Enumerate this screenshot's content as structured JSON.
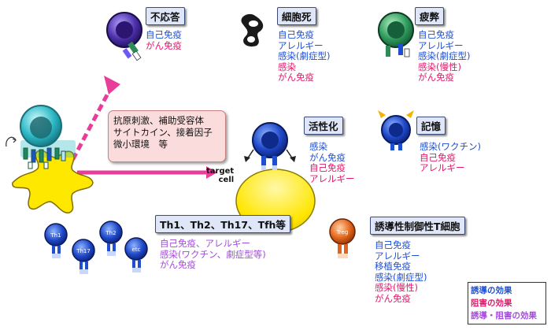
{
  "stimulus_box": [
    "抗原刺激、補助受容体",
    "サイトカイン、接着因子",
    "微小環境　等"
  ],
  "target_cell": [
    "target",
    "cell"
  ],
  "panels": {
    "anergy": {
      "title": "不応答",
      "lines": [
        "自己免疫",
        "がん免疫"
      ]
    },
    "apoptosis": {
      "title": "細胞死",
      "lines": [
        "自己免疫",
        "アレルギー",
        "感染(劇症型)",
        "感染",
        "がん免疫"
      ]
    },
    "exhaustion": {
      "title": "疲弊",
      "lines": [
        "自己免疫",
        "アレルギー",
        "感染(劇症型)",
        "感染(慢性)",
        "がん免疫"
      ]
    },
    "activation": {
      "title": "活性化",
      "lines": [
        "感染",
        "がん免疫",
        "自己免疫",
        "アレルギー"
      ]
    },
    "memory": {
      "title": "記憶",
      "lines": [
        "感染(ワクチン)",
        "自己免疫",
        "アレルギー"
      ]
    },
    "th": {
      "title": "Th1、Th2、Th17、Tfh等",
      "lines": [
        "自己免疫、アレルギー",
        "感染(ワクチン、劇症型等)",
        "がん免疫"
      ]
    },
    "treg": {
      "title": "誘導性制御性T細胞",
      "lines": [
        "自己免疫",
        "アレルギー",
        "移植免疫",
        "感染(劇症型)",
        "感染(慢性)",
        "がん免疫"
      ]
    }
  },
  "cell_labels": {
    "th1": "Th1",
    "th2": "Th2",
    "th17": "Th17",
    "etc": "etc",
    "treg": "Treg"
  },
  "legend": [
    "誘導の効果",
    "阻害の効果",
    "誘導・阻害の効果"
  ],
  "colors": {
    "induce": "#1f4fd0",
    "inhibit": "#e0186a",
    "both": "#a34cdb"
  }
}
